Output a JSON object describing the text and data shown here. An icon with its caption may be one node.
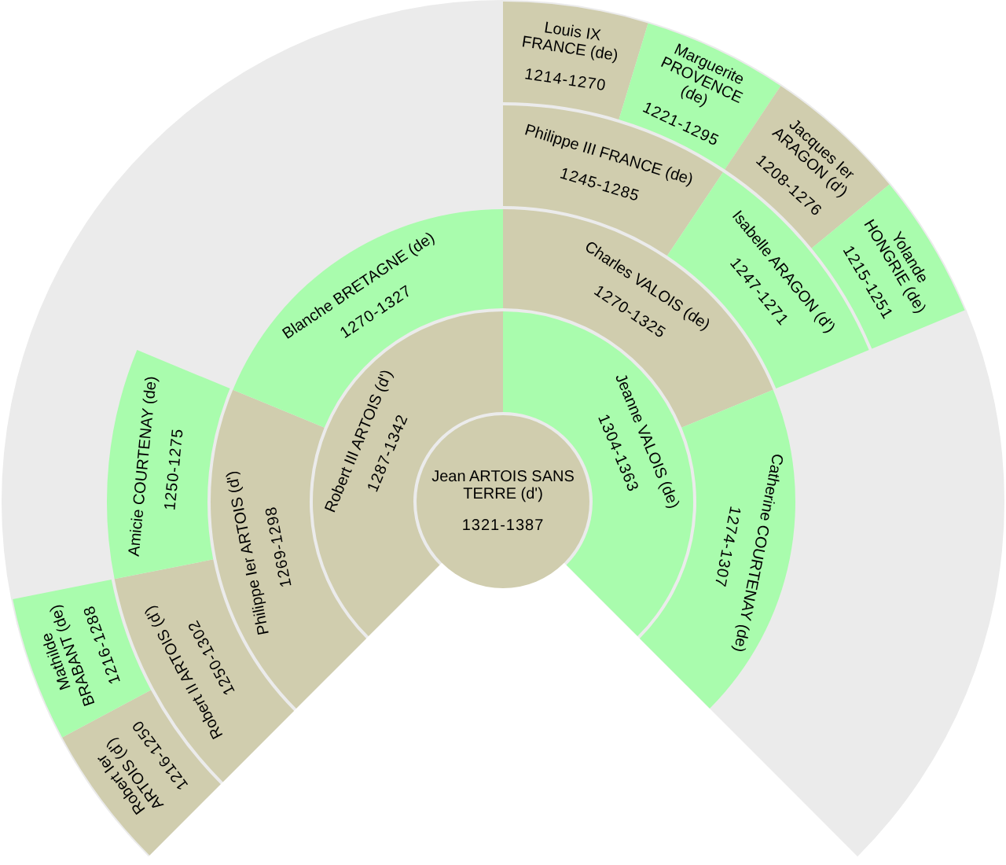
{
  "diagram": {
    "nodes": [
      {
        "text": [
          "Jean ARTOIS SANS TERRE (d')",
          "1321-1387"
        ]
      },
      {
        "text": [
          "Robert III ARTOIS (d')",
          "1287-1342"
        ]
      },
      {
        "text": [
          "Jeanne VALOIS (de)",
          "1304-1363"
        ]
      },
      {
        "text": [
          "Philippe Ier ARTOIS (d')",
          "1269-1298"
        ]
      },
      {
        "text": [
          "Blanche BRETAGNE (de)",
          "1270-1327"
        ]
      },
      {
        "text": [
          "Charles VALOIS (de)",
          "1270-1325"
        ]
      },
      {
        "text": [
          "Catherine COURTENAY (de)",
          "1274-1307"
        ]
      },
      {
        "text": [
          "Robert II ARTOIS (d')",
          "1250-1302"
        ]
      },
      {
        "text": [
          "Amicie COURTENAY (de)",
          "1250-1275"
        ]
      },
      {
        "text": [
          "Philippe III FRANCE (de)",
          "1245-1285"
        ]
      },
      {
        "text": [
          "Isabelle ARAGON (d')",
          "1247-1271"
        ]
      },
      {
        "text": [
          "Robert Ier ARTOIS (d')",
          "1216-1250"
        ]
      },
      {
        "text": [
          "Mathilde BRABANT (de)",
          "1216-1288"
        ]
      },
      {
        "text": [
          "Louis IX FRANCE (de)",
          "1214-1270"
        ]
      },
      {
        "text": [
          "Marguerite PROVENCE (de)",
          "1221-1295"
        ]
      },
      {
        "text": [
          "Jacques Ier ARAGON (d')",
          "1208-1276"
        ]
      },
      {
        "text": [
          "Yolande HONGRIE (de)",
          "1215-1251"
        ]
      }
    ]
  }
}
